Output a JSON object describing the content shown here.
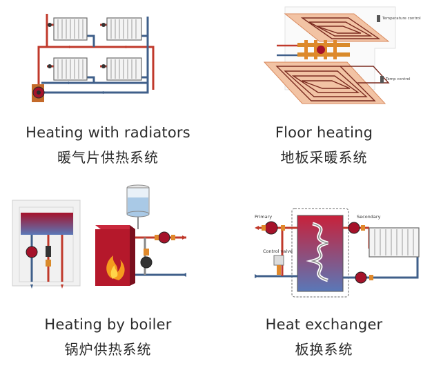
{
  "tiles": [
    {
      "caption_en": "Heating with radiators",
      "caption_zh": "暖气片供热系统"
    },
    {
      "caption_en": "Floor heating",
      "caption_zh": "地板采暖系统",
      "labels": {
        "temperature_control": "Temperature control",
        "temp_control": "Temp control"
      }
    },
    {
      "caption_en": "Heating by boiler",
      "caption_zh": "锅炉供热系统"
    },
    {
      "caption_en": "Heat exchanger",
      "caption_zh": "板换系统",
      "labels": {
        "primary": "Primary",
        "secondary": "Secondary",
        "control_valve": "Control valve"
      }
    }
  ],
  "colors": {
    "pipe_supply": "#c0392b",
    "pipe_return": "#3f5f8a",
    "radiator": "#f4f4f4",
    "boiler_red": "#b5182b",
    "exchanger_red": "#c8213a",
    "pump": "#a5122a",
    "valve": "#e0892b",
    "floor_slab": "#f2c3a4"
  }
}
